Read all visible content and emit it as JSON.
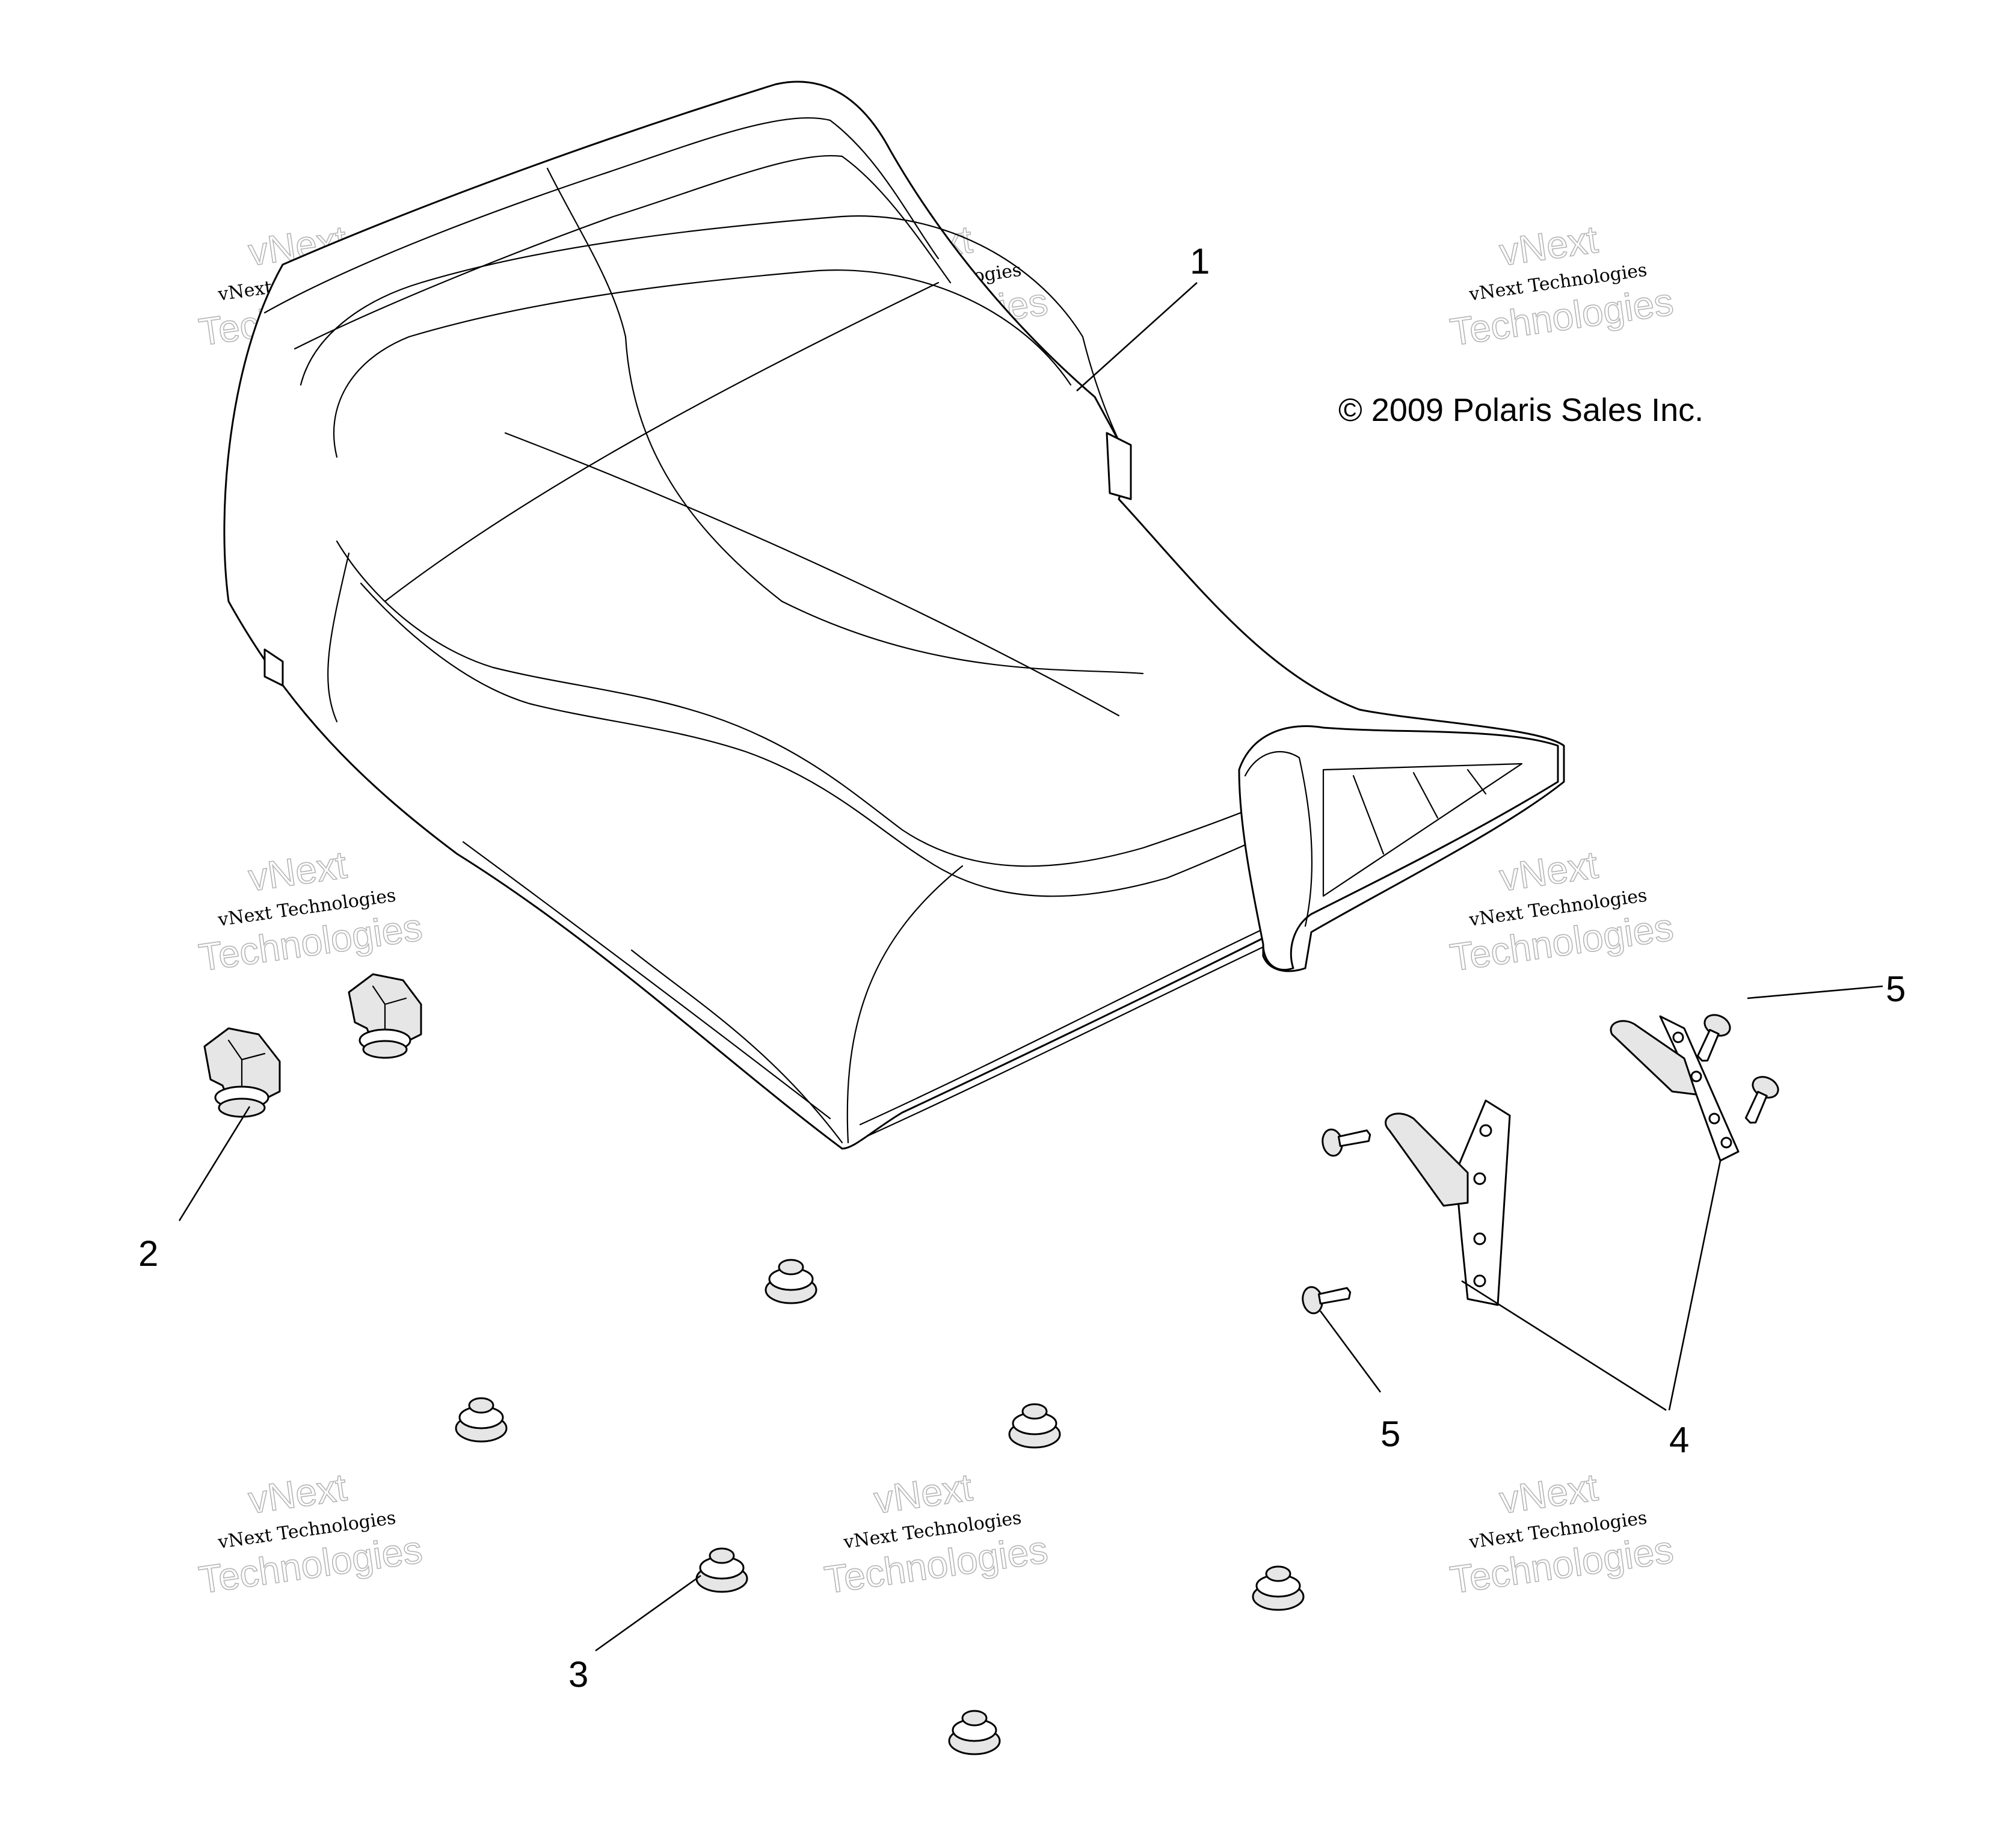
{
  "copyright": "© 2009 Polaris Sales Inc.",
  "watermark": {
    "brand": "vNext",
    "line": "vNext Technologies",
    "word": "Technologies"
  },
  "callouts": [
    {
      "id": "1",
      "part": "seat"
    },
    {
      "id": "2",
      "part": "seat-latch"
    },
    {
      "id": "3",
      "part": "bumper"
    },
    {
      "id": "4",
      "part": "seat-bracket"
    },
    {
      "id": "5",
      "part": "screw"
    },
    {
      "id": "5",
      "part": "screw"
    }
  ],
  "colors": {
    "line": "#000000",
    "part_shade": "#e6e6e6",
    "watermark": "#b5b5b5"
  }
}
